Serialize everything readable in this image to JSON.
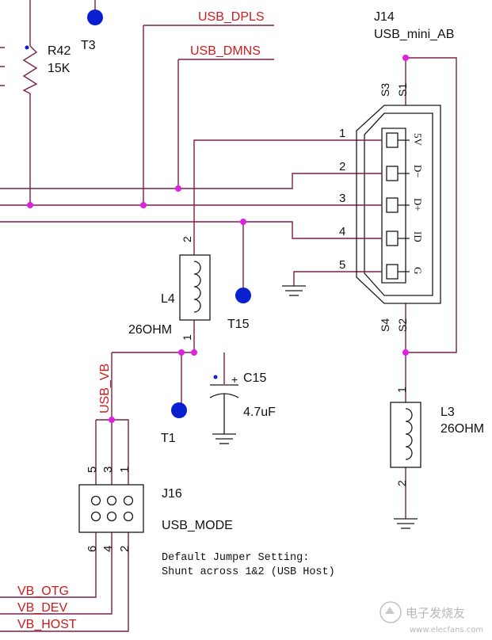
{
  "nets": {
    "usb_dpls": "USB_DPLS",
    "usb_dmns": "USB_DMNS",
    "usb_vb": "USB_VB",
    "vb_otg": "VB_OTG",
    "vb_dev": "VB_DEV",
    "vb_host": "VB_HOST"
  },
  "components": {
    "r42": {
      "ref": "R42",
      "value": "15K"
    },
    "t3": {
      "ref": "T3"
    },
    "t15": {
      "ref": "T15"
    },
    "t1": {
      "ref": "T1"
    },
    "j14": {
      "ref": "J14",
      "value": "USB_mini_AB"
    },
    "l4": {
      "ref": "L4",
      "value": "26OHM",
      "pin_top": "2",
      "pin_bottom": "1"
    },
    "l3": {
      "ref": "L3",
      "value": "26OHM",
      "pin_top": "1",
      "pin_bottom": "2"
    },
    "c15": {
      "ref": "C15",
      "value": "4.7uF",
      "plus": "+"
    },
    "j16": {
      "ref": "J16",
      "value": "USB_MODE"
    }
  },
  "j14_pins": {
    "numbers": [
      "1",
      "2",
      "3",
      "4",
      "5"
    ],
    "names": [
      "5V",
      "D−",
      "D+",
      "ID",
      "G"
    ],
    "shield_top": [
      "S3",
      "S1"
    ],
    "shield_bottom": [
      "S4",
      "S2"
    ]
  },
  "j16_pins": {
    "top": [
      "5",
      "3",
      "1"
    ],
    "bottom": [
      "6",
      "4",
      "2"
    ]
  },
  "note": {
    "line1": "Default Jumper Setting:",
    "line2": "Shunt across 1&2 (USB Host)"
  },
  "watermark": "电子发烧友",
  "watermark_url": "www.elecfans.com"
}
